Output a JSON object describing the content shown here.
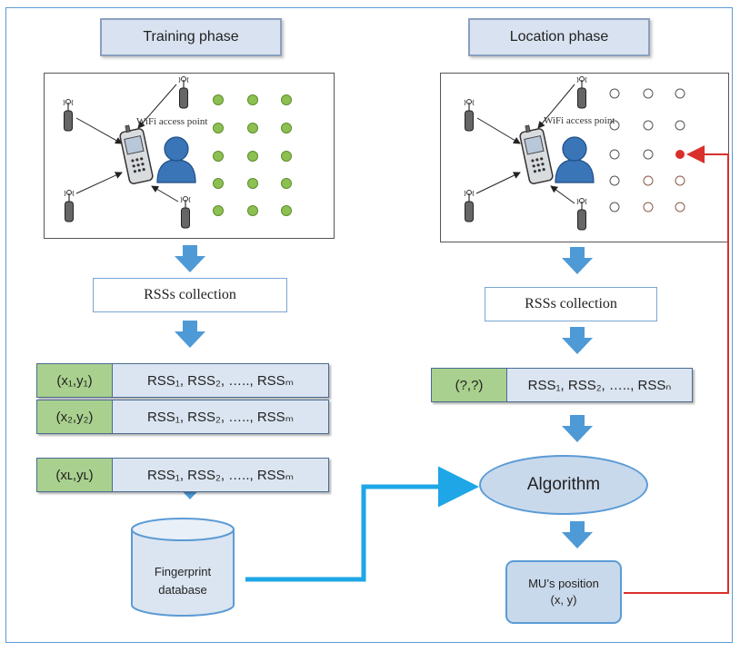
{
  "training": {
    "phase_label": "Training phase",
    "ap_label": "WiFi access point",
    "collection_label": "RSSs collection",
    "rows": [
      {
        "coord": "(x₁,y₁)",
        "values": "RSS₁, RSS₂, ….., RSSₘ"
      },
      {
        "coord": "(x₂,y₂)",
        "values": "RSS₁, RSS₂, ….., RSSₘ"
      },
      {
        "coord": "(xʟ,yʟ)",
        "values": "RSS₁, RSS₂, ….., RSSₘ"
      }
    ],
    "database_line1": "Fingerprint",
    "database_line2": "database"
  },
  "location": {
    "phase_label": "Location phase",
    "ap_label": "WiFi access point",
    "collection_label": "RSSs collection",
    "row": {
      "coord": "(?,?)",
      "values": "RSS₁, RSS₂, ….., RSSₙ"
    },
    "algorithm_label": "Algorithm",
    "position_line1": "MU’s position",
    "position_line2": "(x, y)"
  },
  "colors": {
    "arrow_blue": "#4e9ad6",
    "connector_blue": "#1ea6e6",
    "feedback_red": "#d9302c",
    "fingerprint_green": "#8cc152",
    "coord_green": "#a9d08e",
    "value_blue": "#dbe5f1"
  },
  "icons": [
    "wifi-antenna-icon",
    "mobile-phone-icon",
    "user-icon",
    "database-cylinder-icon"
  ]
}
